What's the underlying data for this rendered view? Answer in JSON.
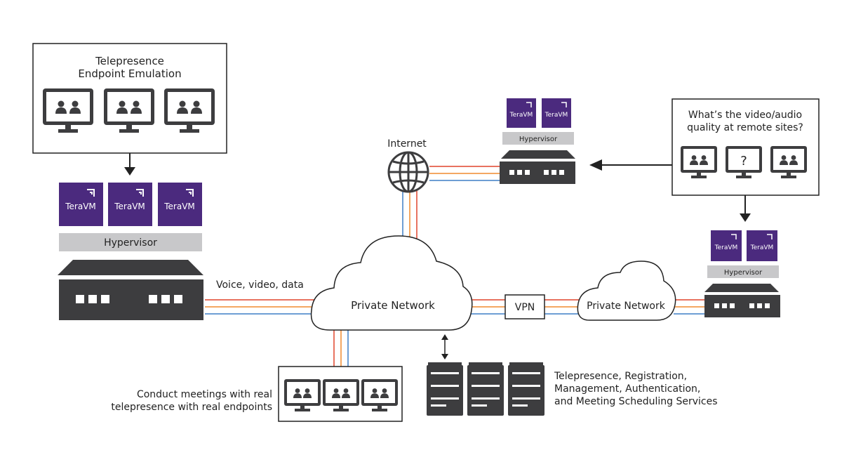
{
  "emulation_box": {
    "title_line1": "Telepresence",
    "title_line2": "Endpoint Emulation"
  },
  "main_vm": {
    "label": "TeraVM",
    "hypervisor": "Hypervisor",
    "color": "#4b2a7e"
  },
  "internet": {
    "label": "Internet"
  },
  "internet_vm": {
    "label": "TeraVM",
    "hypervisor": "Hypervisor"
  },
  "remote_vm": {
    "label": "TeraVM",
    "hypervisor": "Hypervisor"
  },
  "quality_box": {
    "line1": "What’s the video/audio",
    "line2": "quality at remote sites?",
    "unknown_mark": "?"
  },
  "links": {
    "voice_video_data": "Voice, video, data",
    "vpn": "VPN",
    "colors": {
      "red": "#e0442c",
      "orange": "#f08a2e",
      "blue": "#3f7fc6"
    }
  },
  "clouds": {
    "main": "Private Network",
    "remote": "Private Network"
  },
  "real_endpoints": {
    "line1": "Conduct meetings with real",
    "line2": "telepresence with real endpoints"
  },
  "services": {
    "line1": "Telepresence, Registration,",
    "line2": "Management, Authentication,",
    "line3": "and Meeting Scheduling Services"
  },
  "device_color": "#3d3d3f",
  "hypervisor_color": "#c8c8ca"
}
